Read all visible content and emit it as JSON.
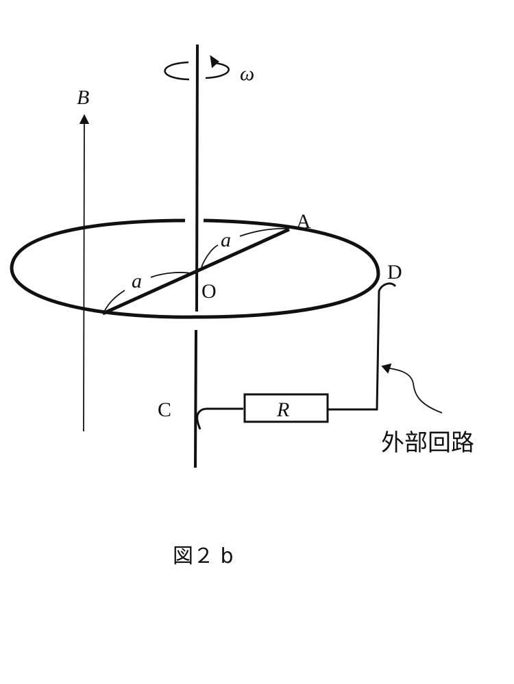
{
  "labels": {
    "omega": "ω",
    "field": "B",
    "point_a": "A",
    "point_o": "O",
    "point_d": "D",
    "point_c": "C",
    "radius_upper": "a",
    "radius_lower": "a",
    "resistor": "R",
    "external_circuit": "外部回路",
    "caption": "図２ b"
  }
}
